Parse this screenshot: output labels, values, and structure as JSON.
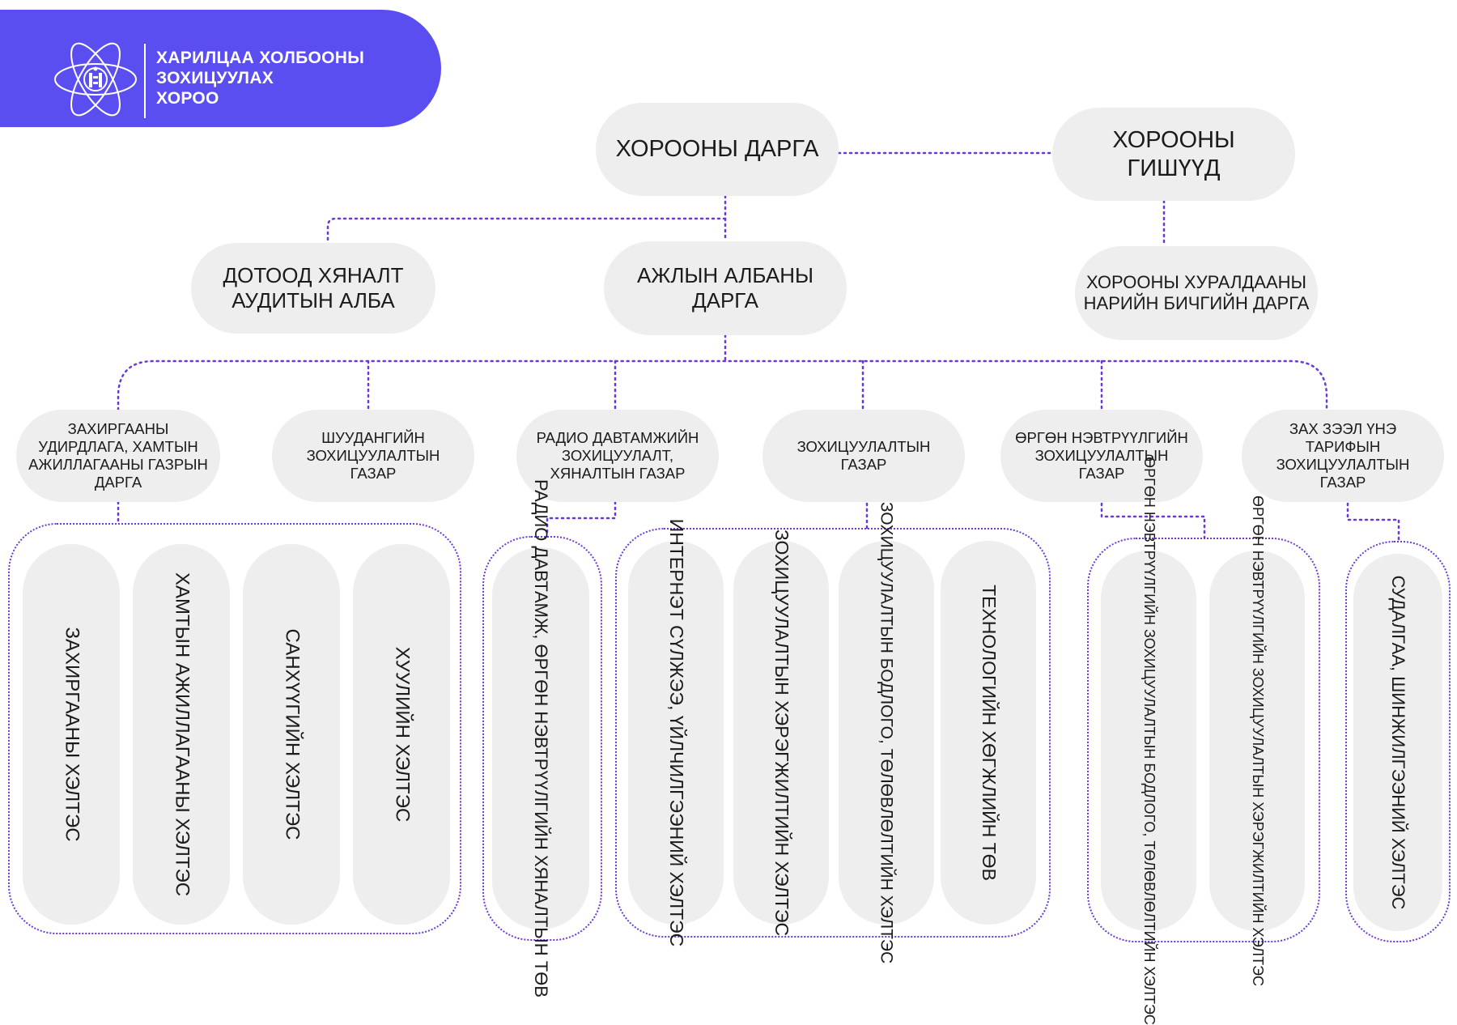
{
  "header": {
    "org_name_lines": [
      "ХАРИЛЦАА ХОЛБООНЫ",
      "ЗОХИЦУУЛАХ",
      "ХОРОО"
    ],
    "brand_color": "#5b4ef0",
    "emblem_icon": "soyombo-atom-emblem-icon"
  },
  "colors": {
    "connector": "#6a38d8",
    "node_fill": "#eeeeef"
  },
  "top": {
    "chairman": "ХОРООНЫ ДАРГА",
    "members": "ХОРООНЫ ГИШҮҮД",
    "internal_audit": "ДОТООД ХЯНАЛТ АУДИТЫН АЛБА",
    "secretariat_head": "АЖЛЫН АЛБАНЫ ДАРГА",
    "meeting_secretary": "ХОРООНЫ ХУРАЛДААНЫ НАРИЙН БИЧГИЙН ДАРГА"
  },
  "departments": [
    "ЗАХИРГААНЫ УДИРДЛАГА, ХАМТЫН АЖИЛЛАГААНЫ ГАЗРЫН ДАРГА",
    "ШУУДАНГИЙН ЗОХИЦУУЛАЛТЫН ГАЗАР",
    "РАДИО ДАВТАМЖИЙН ЗОХИЦУУЛАЛТ, ХЯНАЛТЫН ГАЗАР",
    "ЗОХИЦУУЛАЛТЫН ГАЗАР",
    "ӨРГӨН НЭВТРҮҮЛГИЙН ЗОХИЦУУЛАЛТЫН ГАЗАР",
    "ЗАХ ЗЭЭЛ ҮНЭ ТАРИФЫН ЗОХИЦУУЛАЛТЫН ГАЗАР"
  ],
  "units": [
    [
      "ЗАХИРГААНЫ ХЭЛТЭС",
      "ХАМТЫН АЖИЛЛАГААНЫ ХЭЛТЭС",
      "САНХҮҮГИЙН ХЭЛТЭС",
      "ХУУЛИЙН ХЭЛТЭС"
    ],
    [
      "РАДИО ДАВТАМЖ, ӨРГӨН НЭВТРҮҮЛГИЙН ХЯНАЛТЫН ТӨВ"
    ],
    [
      "ИНТЕРНЭТ СҮЛЖЭЭ, ҮЙЛЧИЛГЭЭНИЙ ХЭЛТЭС",
      "ЗОХИЦУУЛАЛТЫН ХЭРЭГЖИЛТИЙН ХЭЛТЭС",
      "ЗОХИЦУУЛАЛТЫН БОДЛОГО, ТӨЛӨВЛӨЛТИЙН ХЭЛТЭС",
      "ТЕХНОЛОГИЙН ХӨГЖЛИЙН ТӨВ"
    ],
    [
      "ӨРГӨН НЭВТРҮҮЛГИЙН ЗОХИЦУУЛАЛТЫН БОДЛОГО, ТӨЛӨВЛӨЛТИЙН ХЭЛТЭС",
      "ӨРГӨН НЭВТРҮҮЛГИЙН ЗОХИЦУУЛАЛТЫН ХЭРЭГЖИЛТИЙН ХЭЛТЭС"
    ],
    [
      "СУДАЛГАА, ШИНЖИЛГЭЭНИЙ ХЭЛТЭС"
    ]
  ]
}
